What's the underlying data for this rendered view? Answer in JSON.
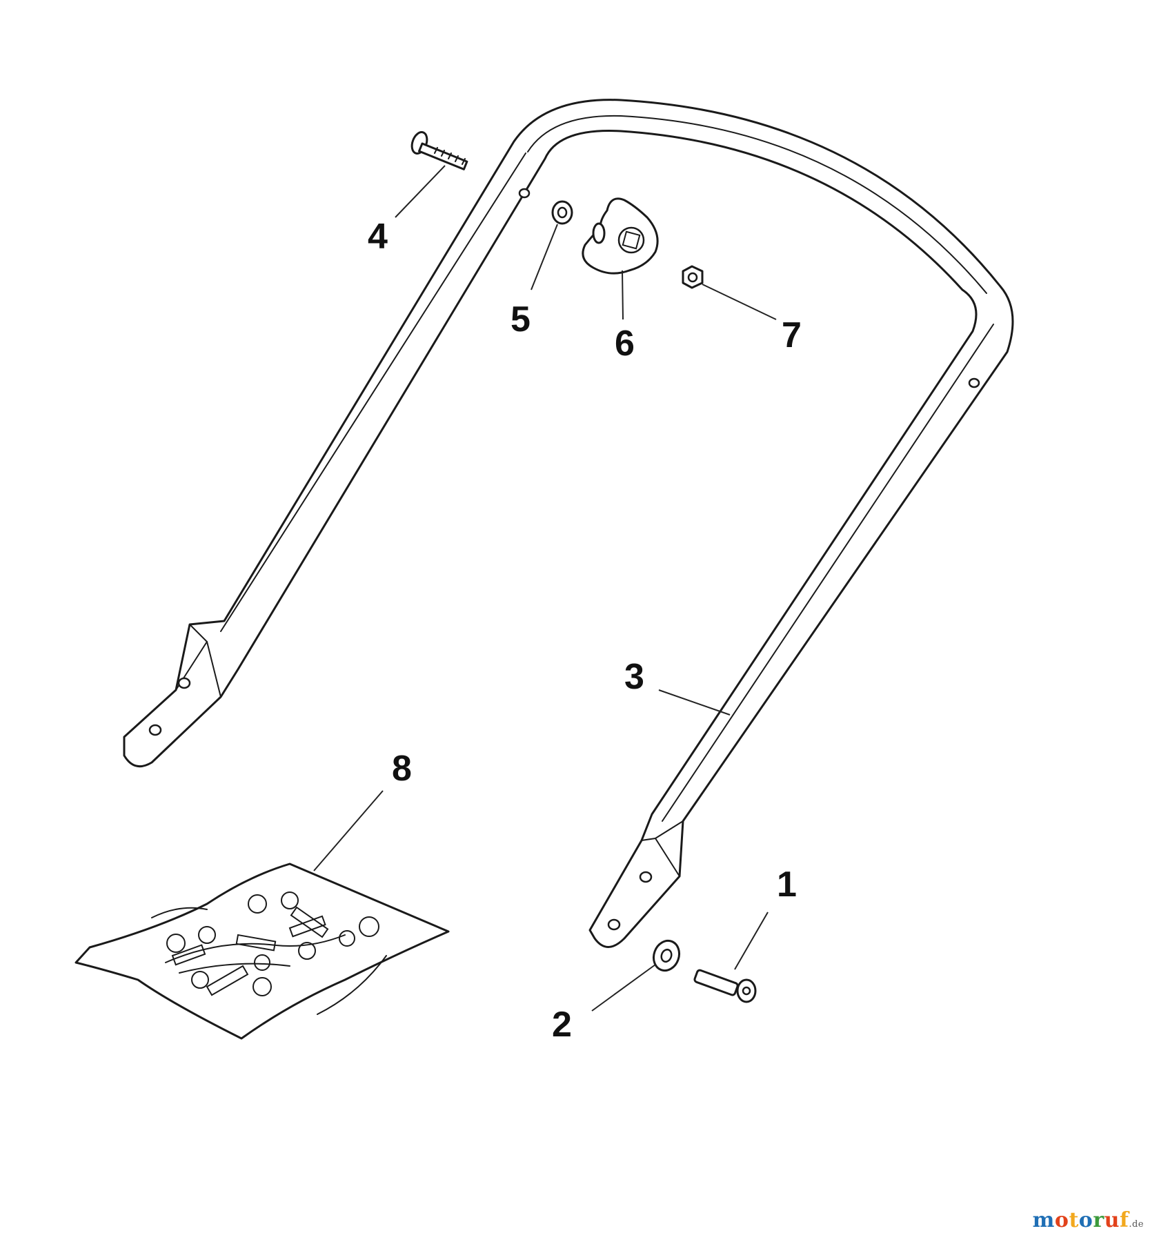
{
  "callouts": [
    {
      "id": "1",
      "text": "1",
      "part": "bolt"
    },
    {
      "id": "2",
      "text": "2",
      "part": "washer"
    },
    {
      "id": "3",
      "text": "3",
      "part": "handle-tube"
    },
    {
      "id": "4",
      "text": "4",
      "part": "carriage-bolt"
    },
    {
      "id": "5",
      "text": "5",
      "part": "small-washer"
    },
    {
      "id": "6",
      "text": "6",
      "part": "star-knob"
    },
    {
      "id": "7",
      "text": "7",
      "part": "lock-nut"
    },
    {
      "id": "8",
      "text": "8",
      "part": "hardware-bag"
    }
  ],
  "watermark": {
    "letters": [
      "m",
      "o",
      "t",
      "o",
      "r",
      "u",
      "f"
    ],
    "letter_colors": [
      "#1f6fb5",
      "#e2421b",
      "#f2a81d",
      "#1f6fb5",
      "#3b9a3b",
      "#e2421b",
      "#f2a81d"
    ],
    "suffix": ".de"
  },
  "colors": {
    "line": "#1a1a1a",
    "background": "#ffffff"
  }
}
